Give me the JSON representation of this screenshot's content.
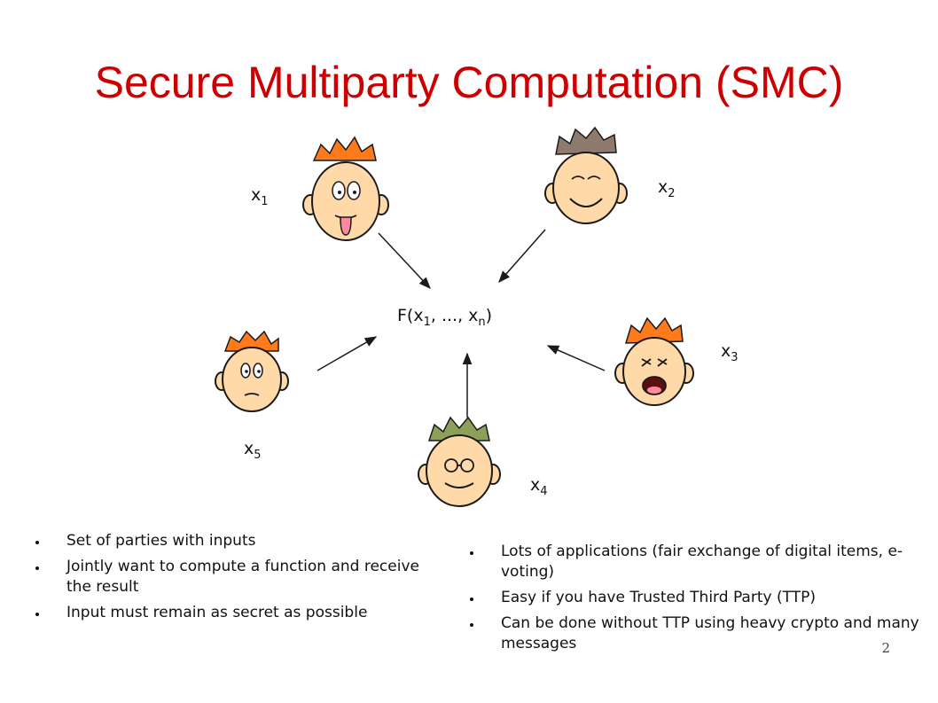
{
  "slide": {
    "title": "Secure Multiparty Computation (SMC)",
    "page_number": "2"
  },
  "diagram": {
    "center_label": {
      "prefix": "F(x",
      "sub1": "1",
      "middle": ", ..., x",
      "subn": "n",
      "suffix": ")"
    },
    "parties": [
      {
        "id": "p1",
        "label": "x",
        "sub": "1"
      },
      {
        "id": "p2",
        "label": "x",
        "sub": "2"
      },
      {
        "id": "p3",
        "label": "x",
        "sub": "3"
      },
      {
        "id": "p4",
        "label": "x",
        "sub": "4"
      },
      {
        "id": "p5",
        "label": "x",
        "sub": "5"
      }
    ],
    "face_colors": {
      "skin": "#ffd9a8",
      "orange_hair": "#ff7a1a",
      "gray_hair": "#8f7b6e",
      "green_hair": "#8da05a",
      "outline": "#1a1a1a",
      "tongue": "#ff8aa0"
    }
  },
  "bullets_left": [
    "Set of parties with inputs",
    "Jointly want to compute a function and receive the result",
    "Input must remain as secret as possible"
  ],
  "bullets_right": [
    "Lots of applications (fair exchange of digital items, e-voting)",
    "Easy if you have Trusted Third Party (TTP)",
    "Can be done without TTP using heavy crypto and many messages"
  ]
}
